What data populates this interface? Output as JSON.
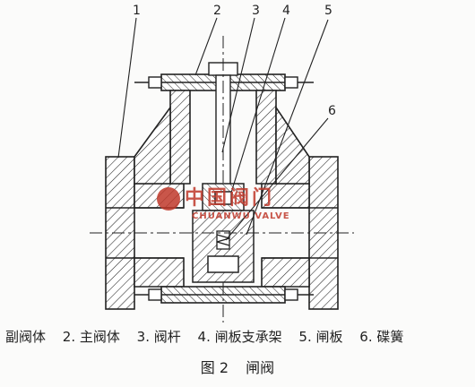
{
  "callouts": [
    "1",
    "2",
    "3",
    "4",
    "5",
    "6"
  ],
  "legend": {
    "items": [
      "副阀体",
      "2. 主阀体",
      "3. 阀杆",
      "4. 闸板支承架",
      "5. 闸板",
      "6. 碟簧"
    ]
  },
  "caption": {
    "figure": "图 2",
    "title": "闸阀"
  },
  "watermark": {
    "cn": "中国阀门",
    "en": "CHUANWU VALVE",
    "color": "#c0392b"
  }
}
